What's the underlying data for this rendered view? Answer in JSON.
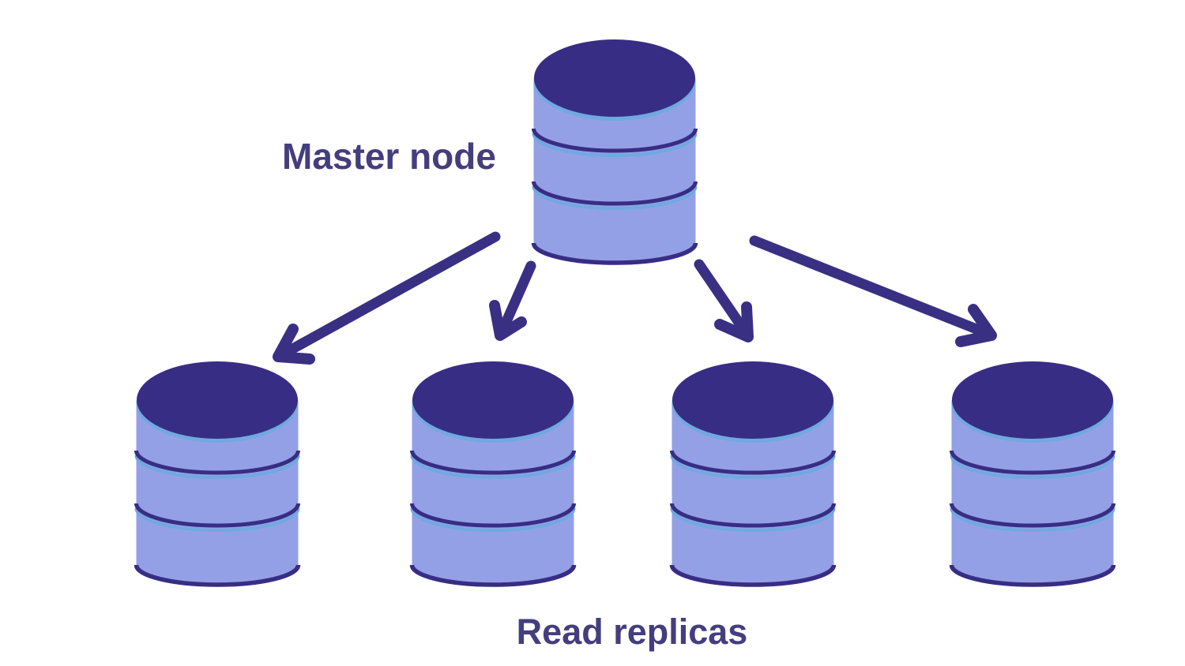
{
  "diagram": {
    "master": {
      "label": "Master node"
    },
    "replicas": {
      "label": "Read replicas",
      "count": 4
    },
    "connections": [
      {
        "from": "master-node",
        "to": "read-replica-1"
      },
      {
        "from": "master-node",
        "to": "read-replica-2"
      },
      {
        "from": "master-node",
        "to": "read-replica-3"
      },
      {
        "from": "master-node",
        "to": "read-replica-4"
      }
    ],
    "colors": {
      "background": "#ffffff",
      "cylinder_body": "#94a0e5",
      "cylinder_top": "#382d85",
      "cylinder_rim": "#6fa9e0",
      "cylinder_line": "#382d85",
      "arrow": "#393083",
      "label_text": "#443e7e"
    }
  }
}
